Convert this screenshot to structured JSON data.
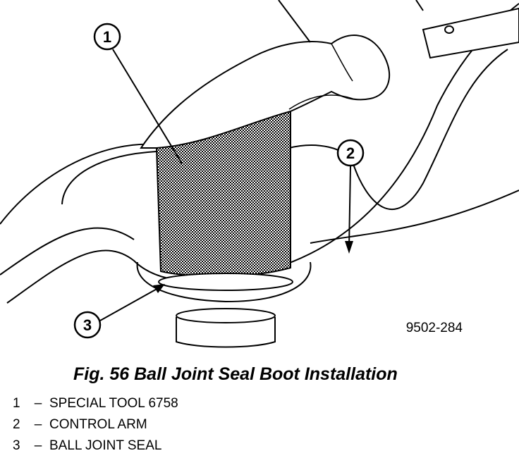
{
  "figure_number": "9502-284",
  "caption": "Fig. 56 Ball Joint Seal Boot Installation",
  "callouts": [
    {
      "number": "1",
      "label": "SPECIAL TOOL 6758"
    },
    {
      "number": "2",
      "label": "CONTROL ARM"
    },
    {
      "number": "3",
      "label": "BALL JOINT SEAL"
    }
  ],
  "legend_dash": "–"
}
